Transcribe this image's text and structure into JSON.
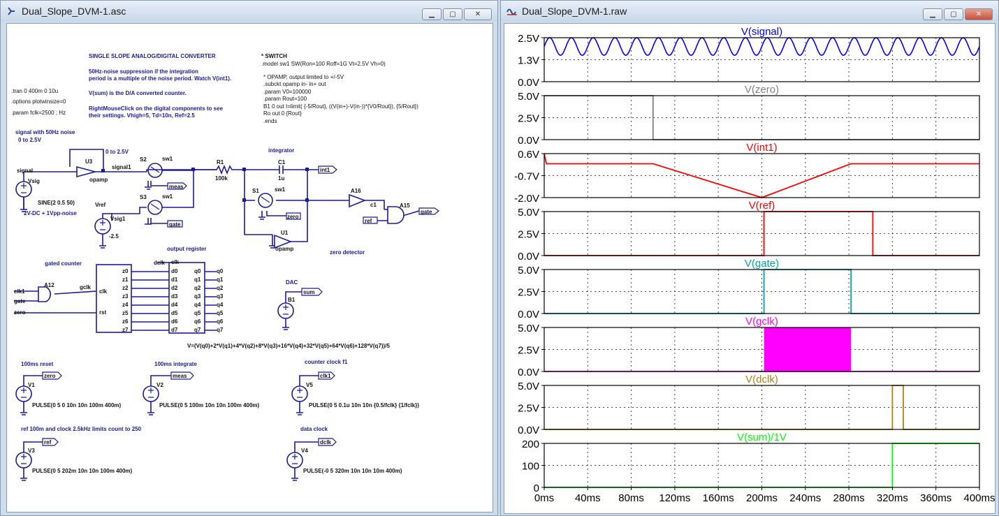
{
  "schematic_window": {
    "title": "Dual_Slope_DVM-1.asc",
    "notes": {
      "heading": "SINGLE SLOPE ANALOG/DIGITAL CONVERTER",
      "note1_line1": "50Hz-noise suppression if the integration",
      "note1_line2": "period is a multiple of the noise period. Watch V(int1).",
      "note2": "V(sum) is the D/A converted counter.",
      "note3_line1": "RightMouseClick on the digital components to see",
      "note3_line2": "their settings. Vhigh=5, Td=10n, Ref=2.5"
    },
    "directives": {
      "tran": ".tran 0 400m 0 10u",
      "options": ".options plotwinsize=0",
      "param": ".param fclk=2500 ; Hz",
      "switch_comment": "* SWITCH",
      "switch_model": ".model sw1 SW(Ron=100 Roff=1G Vt=2.5V Vh=0)",
      "opamp_comment": "* OPAMP, output limited to +/-5V",
      "subckt": ".subckt opamp in- in+ out",
      "param_v0": ".param V0=100000",
      "param_rout": ".param Rout=100",
      "b1": "B1 0 out  I=limit( {-5/Rout}, ((V(in+)-V(in-))*{V0/Rout}), {5/Rout})",
      "ro": "Ro out 0 {Rout}",
      "ends": ".ends"
    },
    "labels": {
      "signal_desc_1": "signal with 50Hz noise",
      "signal_desc_2": "0 to 2.5V",
      "range": "0 to 2.5V",
      "integrator": "integrator",
      "zero_detector": "zero detector",
      "output_register": "output register",
      "gated_counter": "gated counter",
      "dac": "DAC",
      "reset": "100ms reset",
      "integrate": "100ms integrate",
      "counter_clock": "counter clock f1",
      "ref_clock": "ref 100m and clock 2.5kHz limits count to 250",
      "data_clock": "data clock"
    },
    "components": {
      "vsig": "Vsig",
      "vsig_value": "SINE(2 0.5 50)",
      "vsig_desc": "2V-DC + 1Vpp-noise",
      "u3": "U3",
      "opamp": "opamp",
      "signal": "signal",
      "signal1": "signal1",
      "s2": "S2",
      "s3": "S3",
      "s1": "S1",
      "sw1": "sw1",
      "r1": "R1",
      "r1_value": "100k",
      "c1": "C1",
      "c1_value": "1u",
      "u1": "U1",
      "a16": "A16",
      "a15": "A15",
      "a12": "A12",
      "c1_net": "c1",
      "vref": "Vref",
      "vsig1": "Vsig1",
      "vsig1_value": "-2.5",
      "b1": "B1",
      "v1": "V1",
      "v1_value": "PULSE(0 5 0 10n 10n 100m 400m)",
      "v2": "V2",
      "v2_value": "PULSE(0 5 100m 10n 10n 100m 400m)",
      "v3": "V3",
      "v3_value": "PULSE(0 5 202m 10n 10n 100m 400m)",
      "v4": "V4",
      "v4_value": "PULSE(-0 5 320m 10n 10n  10m 400m)",
      "v5": "V5",
      "v5_value": "PULSE(0 5 0.1u 10n 10n {0.5/fclk} {1/fclk})",
      "gclk": "gclk",
      "clk": "clk",
      "rst": "rst",
      "clk1": "clk1",
      "gate": "gate",
      "zero": "zero",
      "dclk": "dclk",
      "z_pins": [
        "z0",
        "z1",
        "z2",
        "z3",
        "z4",
        "z5",
        "z6",
        "z7"
      ],
      "d_pins": [
        "d0",
        "d1",
        "d2",
        "d3",
        "d4",
        "d5",
        "d6",
        "d7"
      ],
      "q_pins": [
        "q0",
        "q1",
        "q2",
        "q3",
        "q4",
        "q5",
        "q6",
        "q7"
      ],
      "q_nets": [
        "q0",
        "q1",
        "q2",
        "q3",
        "q4",
        "q5",
        "q6",
        "q7"
      ],
      "dac_expr": "V=(V(q0)+2*V(q1)+4*V(q2)+8*V(q3)+16*V(q4)+32*V(q5)+64*V(q6)+128*V(q7))/5"
    },
    "net_flags": {
      "int1": "int1",
      "meas": "meas",
      "gate": "gate",
      "zero": "zero",
      "ref": "ref",
      "gate_out": "gate",
      "sum": "sum",
      "v1_flag": "zero",
      "v2_flag": "meas",
      "v3_flag": "ref",
      "v4_flag": "dclk",
      "v5_flag": "clk1"
    }
  },
  "plot_window": {
    "title": "Dual_Slope_DVM-1.raw",
    "x_ticks": [
      "0ms",
      "40ms",
      "80ms",
      "120ms",
      "160ms",
      "200ms",
      "240ms",
      "280ms",
      "320ms",
      "360ms",
      "400ms"
    ],
    "colors": {
      "signal": "#0000ff",
      "zero": "#808080",
      "int1": "#ff0000",
      "ref": "#ff0000",
      "gate": "#00a0b0",
      "gclk": "#ff00ff",
      "dclk": "#b08010",
      "sum": "#00ff00"
    }
  },
  "chart_data": {
    "type": "line",
    "xlabel": "",
    "xlim": [
      0,
      400
    ],
    "x_unit": "ms",
    "panes": [
      {
        "name": "V(signal)",
        "y_ticks": [
          "2.5V",
          "1.3V",
          "0.0V"
        ],
        "ylim": [
          0,
          2.5
        ],
        "color": "#0000ff",
        "description_values": {
          "dc": 2.0,
          "amplitude": 0.5,
          "frequency_hz": 50
        }
      },
      {
        "name": "V(zero)",
        "y_ticks": [
          "5.0V",
          "2.5V",
          "0.0V"
        ],
        "ylim": [
          0,
          5
        ],
        "color": "#808080",
        "x": [
          0,
          100,
          100,
          400
        ],
        "y": [
          5,
          5,
          0,
          0
        ]
      },
      {
        "name": "V(int1)",
        "y_ticks": [
          "0.6V",
          "-0.7V",
          "-2.0V"
        ],
        "ylim": [
          -2.0,
          0.6
        ],
        "color": "#ff0000",
        "x": [
          0,
          2,
          100,
          200,
          282,
          400
        ],
        "y": [
          0.6,
          0.0,
          0.0,
          -2.0,
          0.0,
          0.0
        ]
      },
      {
        "name": "V(ref)",
        "y_ticks": [
          "5.0V",
          "2.5V",
          "0.0V"
        ],
        "ylim": [
          0,
          5
        ],
        "color": "#ff0000",
        "x": [
          0,
          202,
          202,
          302,
          302,
          400
        ],
        "y": [
          0,
          0,
          5,
          5,
          0,
          0
        ]
      },
      {
        "name": "V(gate)",
        "y_ticks": [
          "5.0V",
          "2.5V",
          "0.0V"
        ],
        "ylim": [
          0,
          5
        ],
        "color": "#00a0b0",
        "x": [
          0,
          202,
          202,
          282,
          282,
          400
        ],
        "y": [
          0,
          0,
          5,
          5,
          0,
          0
        ]
      },
      {
        "name": "V(gclk)",
        "y_ticks": [
          "5.0V",
          "2.5V",
          "0.0V"
        ],
        "ylim": [
          0,
          5
        ],
        "color": "#ff00ff",
        "filled_range": [
          202,
          282
        ],
        "x": [
          0,
          202,
          282,
          400
        ],
        "y": [
          0,
          0,
          0,
          0
        ]
      },
      {
        "name": "V(dclk)",
        "y_ticks": [
          "5.0V",
          "2.5V",
          "0.0V"
        ],
        "ylim": [
          0,
          5
        ],
        "color": "#b08010",
        "x": [
          0,
          320,
          320,
          330,
          330,
          400
        ],
        "y": [
          0,
          0,
          5,
          5,
          0,
          0
        ]
      },
      {
        "name": "V(sum)/1V",
        "y_ticks": [
          "200",
          "100",
          "0"
        ],
        "ylim": [
          0,
          200
        ],
        "color": "#00ff00",
        "x": [
          0,
          320,
          320,
          400
        ],
        "y": [
          0,
          0,
          200,
          200
        ]
      }
    ]
  }
}
